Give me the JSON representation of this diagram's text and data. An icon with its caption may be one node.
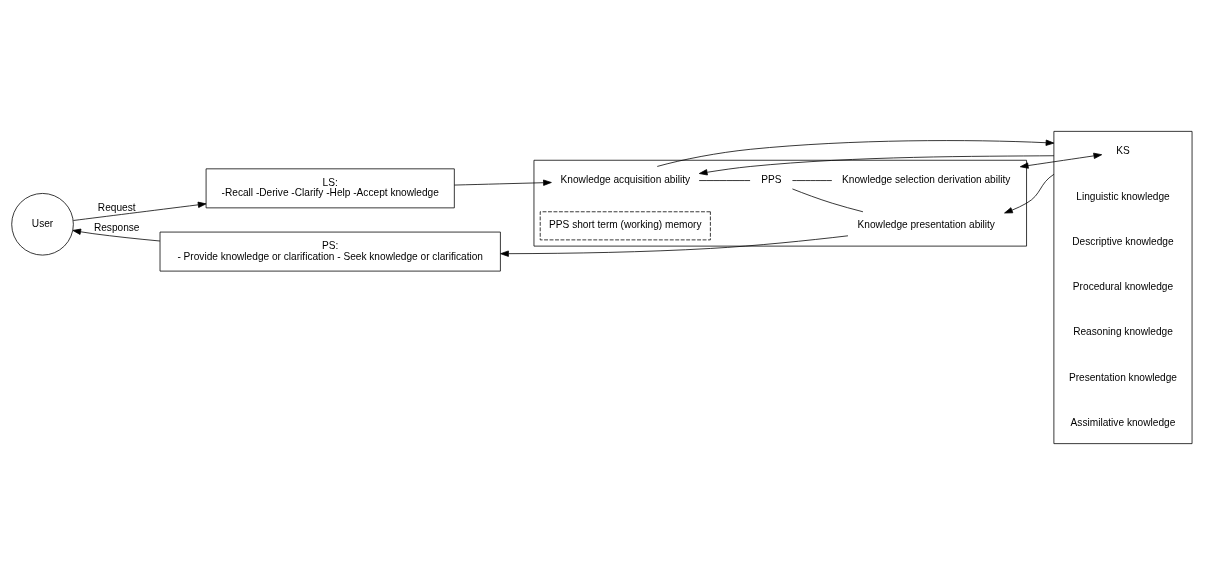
{
  "diagram": {
    "nodes": [
      {
        "text": [
          "User"
        ]
      },
      {
        "text": [
          "LS:",
          "-Recall -Derive -Clarify -Help -Accept knowledge"
        ]
      },
      {
        "text": [
          "PS:",
          "- Provide knowledge or clarification - Seek knowledge or clarification"
        ]
      },
      {
        "text": [],
        "shape": "box"
      },
      {
        "text": [
          "Knowledge acquisition ability"
        ],
        "in": 3
      },
      {
        "text": [
          "PPS"
        ],
        "in": 3
      },
      {
        "text": [
          "Knowledge selection derivation ability"
        ],
        "in": 3
      },
      {
        "text": [
          "Knowledge presentation ability"
        ],
        "in": 3
      },
      {
        "text": [
          "PPS short term (working) memory"
        ],
        "in": 3
      },
      {
        "text": [],
        "shape": "box"
      },
      {
        "text": [
          "KS"
        ],
        "in": 9
      },
      {
        "text": [
          "Linguistic knowledge"
        ],
        "in": 9
      },
      {
        "text": [
          "Descriptive knowledge"
        ],
        "in": 9
      },
      {
        "text": [
          "Procedural knowledge"
        ],
        "in": 9
      },
      {
        "text": [
          "Reasoning knowledge"
        ],
        "in": 9
      },
      {
        "text": [
          "Presentation knowledge"
        ],
        "in": 9
      },
      {
        "text": [
          "Assimilative knowledge"
        ],
        "in": 9
      }
    ],
    "edges": [
      {
        "from": 0,
        "to": 1,
        "arrow": "to",
        "label": "Request"
      },
      {
        "from": 2,
        "to": 0,
        "arrow": "to",
        "label": "Response"
      },
      {
        "from": 1,
        "to": 4,
        "arrow": "to"
      },
      {
        "from": 9,
        "to": 4,
        "arrow": "to"
      },
      {
        "from": 4,
        "to": 9,
        "arrow": "to"
      },
      {
        "from": 4,
        "to": 5,
        "arrow": "none"
      },
      {
        "from": 5,
        "to": 6,
        "arrow": "none"
      },
      {
        "from": 5,
        "to": 7,
        "arrow": "none"
      },
      {
        "from": 6,
        "to": 10,
        "arrow": "both"
      },
      {
        "from": 9,
        "to": 7,
        "arrow": "to"
      },
      {
        "from": 7,
        "to": 2,
        "arrow": "to"
      }
    ]
  }
}
